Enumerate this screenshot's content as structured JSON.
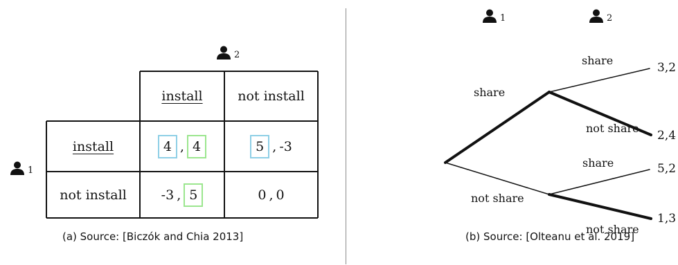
{
  "game_a": {
    "player1_num": "1",
    "player2_num": "2",
    "col_headers": [
      "install",
      "not install"
    ],
    "row_headers": [
      "install",
      "not install"
    ],
    "cells": [
      [
        {
          "left": "4",
          "right": "4"
        },
        {
          "left": "5",
          "right": "-3"
        }
      ],
      [
        {
          "left": "-3",
          "right": "5"
        },
        {
          "left": "0",
          "right": "0"
        }
      ]
    ],
    "sep": ",",
    "caption": "(a) Source: [Biczók and Chia 2013]"
  },
  "game_b": {
    "player1_num": "1",
    "player2_num": "2",
    "labels": {
      "top": "share",
      "bottom": "not share",
      "top_share": "share",
      "top_not_share": "not share",
      "bottom_share": "share",
      "bottom_not_share": "not share"
    },
    "payoffs": [
      "3,2",
      "2,4",
      "5,2",
      "1,3"
    ],
    "caption": "(b) Source: [Olteanu et al. 2019]"
  },
  "colors": {
    "blue_box": "#8ecfe6",
    "green_box": "#9be68e",
    "divider": "#8a8a8a"
  },
  "icons": [
    "person-icon"
  ]
}
